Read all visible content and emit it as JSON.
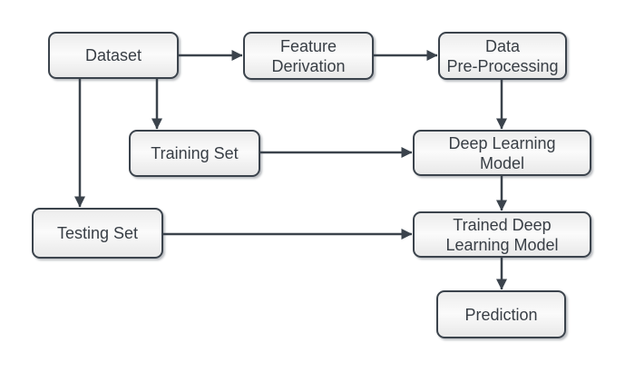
{
  "diagram": {
    "type": "flowchart",
    "background": "#ffffff",
    "colors": {
      "node_border": "#3b434c",
      "node_fill_top": "#ececec",
      "node_fill_mid": "#fbfbfb",
      "node_fill_bottom": "#e8e8e8",
      "node_text": "#383e45",
      "arrow": "#3b434c"
    },
    "nodes": [
      {
        "id": "dataset",
        "lines": [
          "Dataset",
          ""
        ]
      },
      {
        "id": "feature-derivation",
        "lines": [
          "Feature",
          "Derivation"
        ]
      },
      {
        "id": "data-pre-processing",
        "lines": [
          "Data",
          "Pre-Processing"
        ]
      },
      {
        "id": "training-set",
        "lines": [
          "Training Set",
          ""
        ]
      },
      {
        "id": "deep-learning-model",
        "lines": [
          "Deep Learning",
          "Model"
        ]
      },
      {
        "id": "testing-set",
        "lines": [
          "Testing Set",
          ""
        ]
      },
      {
        "id": "trained-deep-learning-model",
        "lines": [
          "Trained Deep",
          "Learning Model"
        ]
      },
      {
        "id": "prediction",
        "lines": [
          "Prediction",
          ""
        ]
      }
    ],
    "edges": [
      {
        "from": "dataset",
        "to": "feature-derivation"
      },
      {
        "from": "feature-derivation",
        "to": "data-pre-processing"
      },
      {
        "from": "data-pre-processing",
        "to": "deep-learning-model"
      },
      {
        "from": "dataset",
        "to": "training-set"
      },
      {
        "from": "dataset",
        "to": "testing-set"
      },
      {
        "from": "training-set",
        "to": "deep-learning-model"
      },
      {
        "from": "deep-learning-model",
        "to": "trained-deep-learning-model"
      },
      {
        "from": "testing-set",
        "to": "trained-deep-learning-model"
      },
      {
        "from": "trained-deep-learning-model",
        "to": "prediction"
      }
    ]
  }
}
